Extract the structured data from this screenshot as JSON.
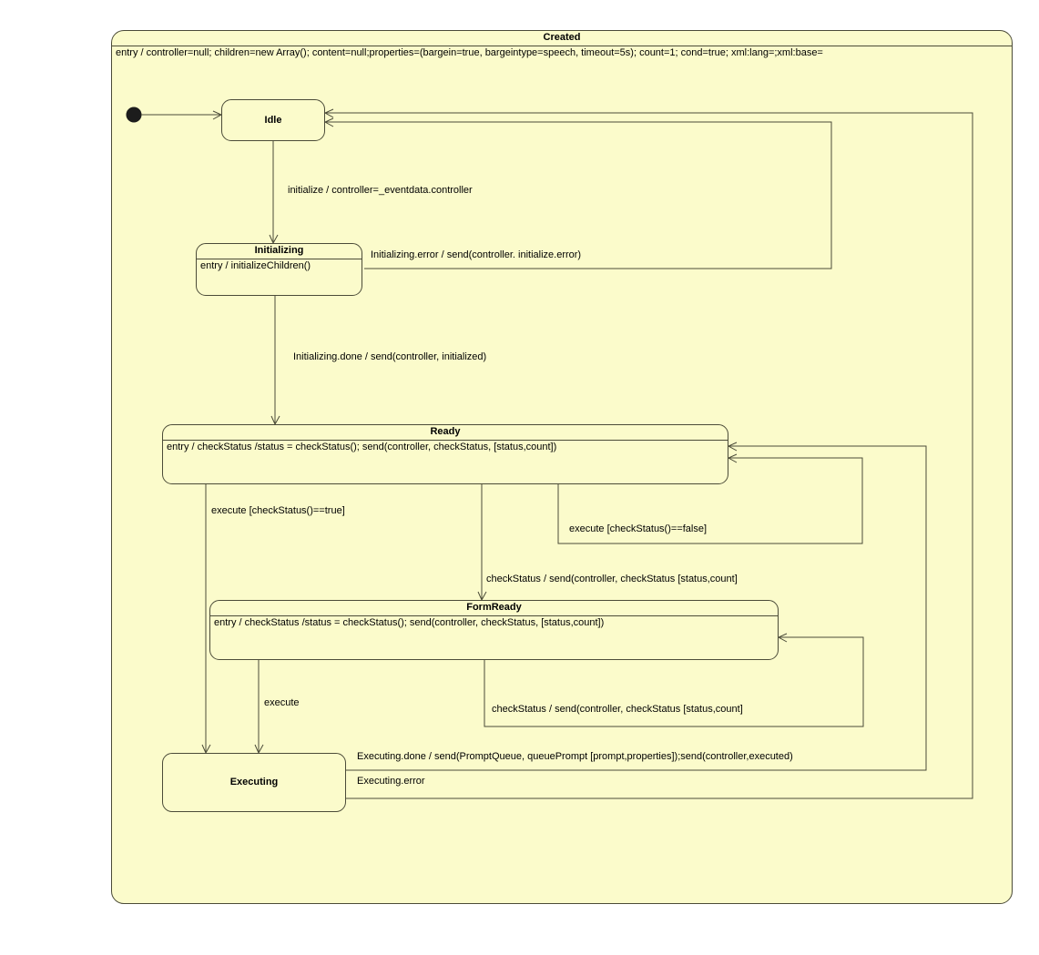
{
  "diagram": {
    "colors": {
      "state_fill": "#fbfbcb",
      "line_stroke": "#4b4b38",
      "text": "#000000",
      "page_background": "#ffffff",
      "initial_state_fill": "#1c1c1c"
    },
    "states": {
      "created": {
        "title": "Created",
        "entry": "entry / controller=null; children=new Array(); content=null;properties=(bargein=true, bargeintype=speech, timeout=5s); count=1; cond=true; xml:lang=;xml:base="
      },
      "idle": {
        "title": "Idle"
      },
      "initializing": {
        "title": "Initializing",
        "entry": "entry / initializeChildren()"
      },
      "ready": {
        "title": "Ready",
        "entry": "entry / checkStatus /status = checkStatus(); send(controller, checkStatus, [status,count])"
      },
      "formready": {
        "title": "FormReady",
        "entry": "entry / checkStatus /status = checkStatus(); send(controller, checkStatus, [status,count])"
      },
      "executing": {
        "title": "Executing"
      }
    },
    "transitions": {
      "initialize": {
        "label": "initialize / controller=_eventdata.controller"
      },
      "initializing_done": {
        "label": "Initializing.done / send(controller, initialized)"
      },
      "initializing_error": {
        "label": "Initializing.error / send(controller. initialize.error)"
      },
      "execute_true": {
        "label": "execute [checkStatus()==true]"
      },
      "ready_check_status": {
        "label": "checkStatus / send(controller, checkStatus [status,count]"
      },
      "execute_false": {
        "label": "execute [checkStatus()==false]"
      },
      "execute": {
        "label": "execute"
      },
      "formready_check_status": {
        "label": "checkStatus / send(controller, checkStatus [status,count]"
      },
      "executing_done": {
        "label": "Executing.done / send(PromptQueue, queuePrompt [prompt,properties]);send(controller,executed)"
      },
      "executing_error": {
        "label": "Executing.error"
      }
    }
  }
}
